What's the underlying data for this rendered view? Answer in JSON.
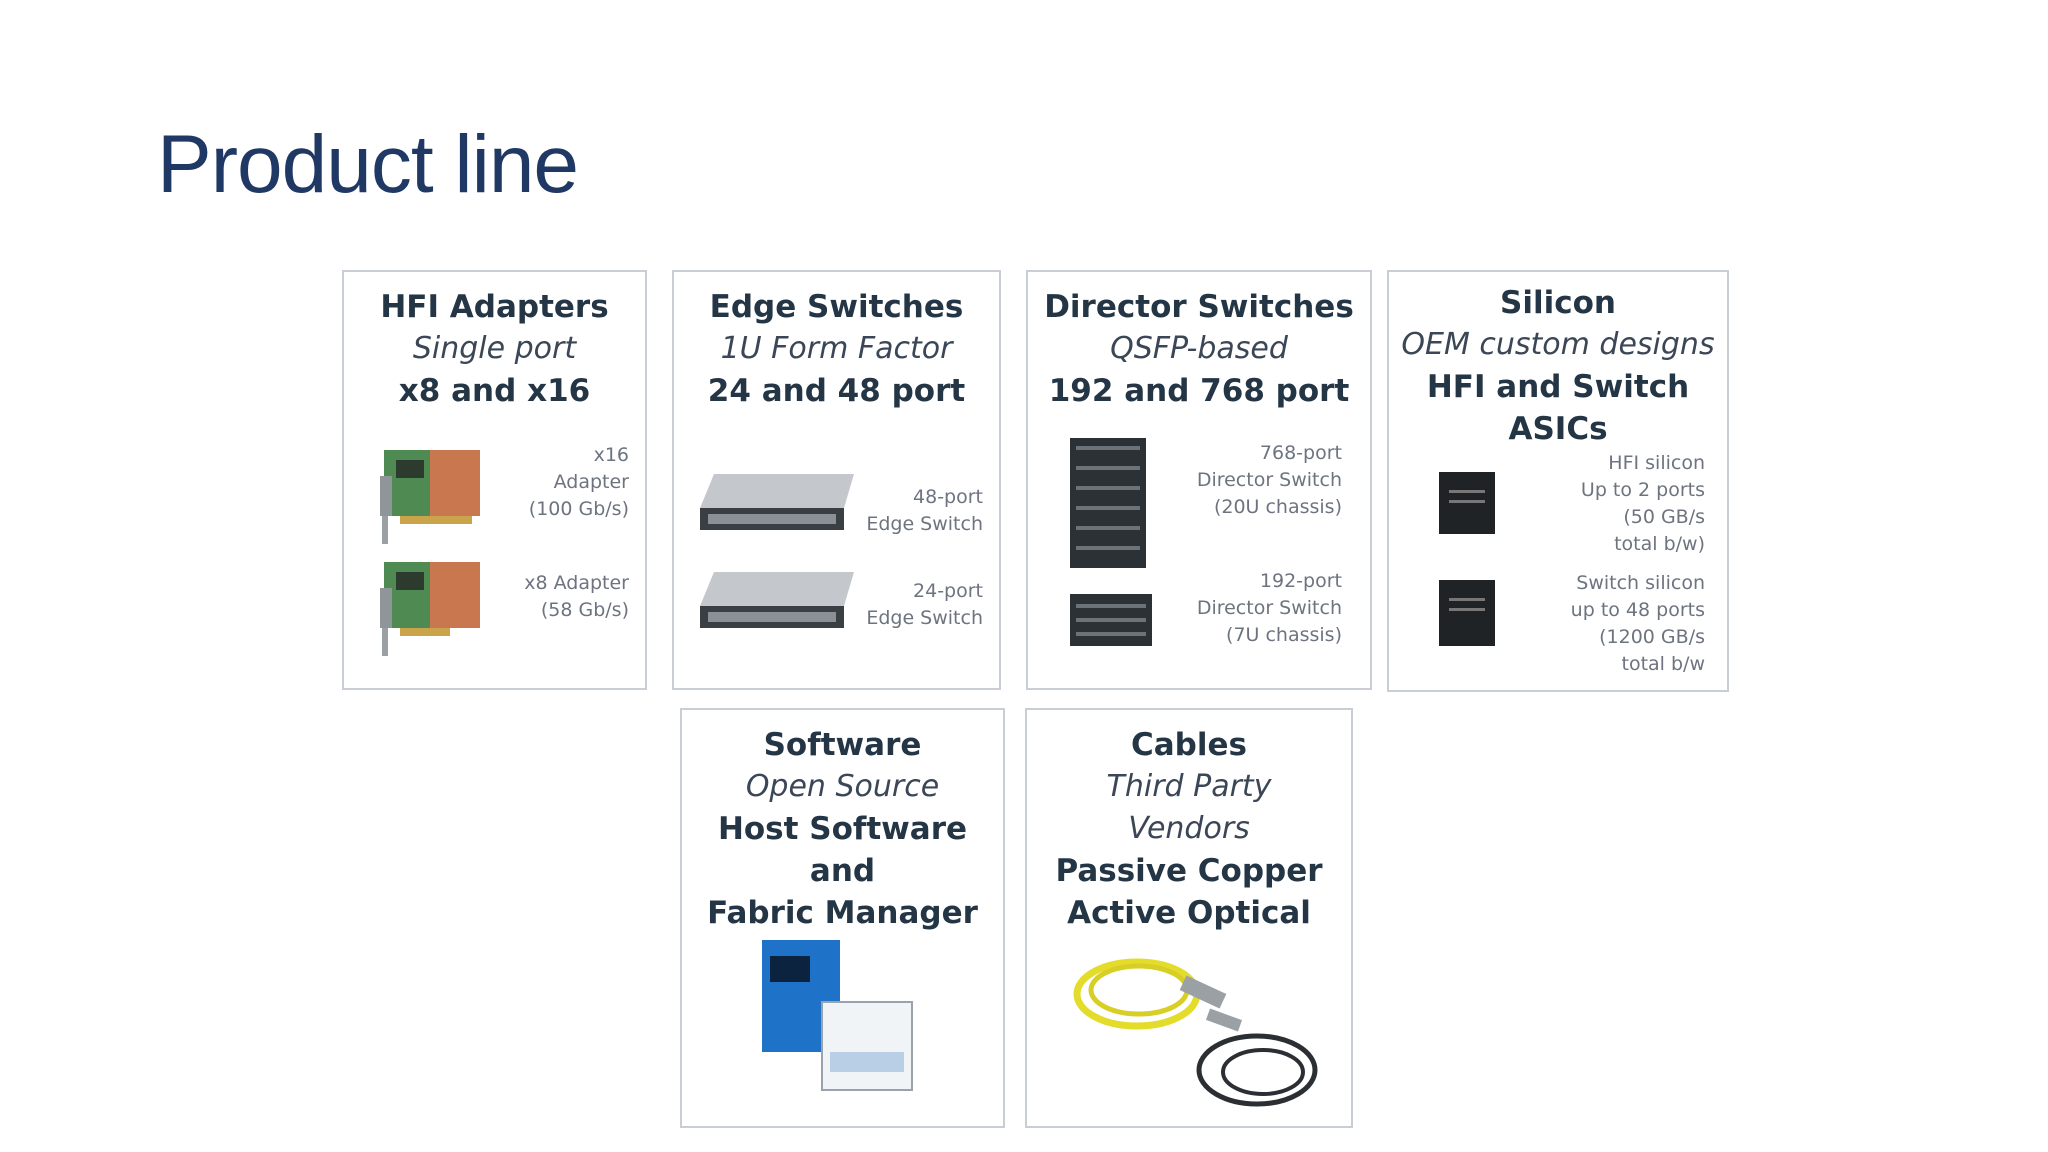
{
  "slide": {
    "title": "Product line"
  },
  "panels": {
    "hfi": {
      "heading": "HFI Adapters",
      "sub": "Single port",
      "bold": "x8 and x16",
      "cap1": [
        "x16",
        "Adapter",
        "(100 Gb/s)"
      ],
      "cap2": [
        "x8 Adapter",
        "(58 Gb/s)"
      ]
    },
    "edge": {
      "heading": "Edge Switches",
      "sub": "1U Form Factor",
      "bold": "24 and 48 port",
      "cap1": [
        "48-port",
        "Edge  Switch"
      ],
      "cap2": [
        "24-port",
        "Edge Switch"
      ]
    },
    "director": {
      "heading": "Director Switches",
      "sub": "QSFP-based",
      "bold": "192 and 768 port",
      "cap1": [
        "768-port",
        "Director Switch",
        "(20U chassis)"
      ],
      "cap2": [
        "192-port",
        "Director Switch",
        "(7U chassis)"
      ]
    },
    "silicon": {
      "heading": "Silicon",
      "sub": "OEM custom designs",
      "bold1": "HFI and Switch",
      "bold2": "ASICs",
      "cap1": [
        "HFI  silicon",
        "Up to 2 ports",
        "(50 GB/s",
        "total b/w)"
      ],
      "cap2": [
        "Switch silicon",
        "up to 48 ports",
        "(1200 GB/s",
        "total b/w"
      ]
    },
    "software": {
      "heading": "Software",
      "sub": "Open Source",
      "bold1": "Host Software and",
      "bold2": "Fabric Manager"
    },
    "cables": {
      "heading": "Cables",
      "sub1": "Third Party",
      "sub2": "Vendors",
      "bold1": "Passive Copper",
      "bold2": "Active Optical"
    }
  }
}
